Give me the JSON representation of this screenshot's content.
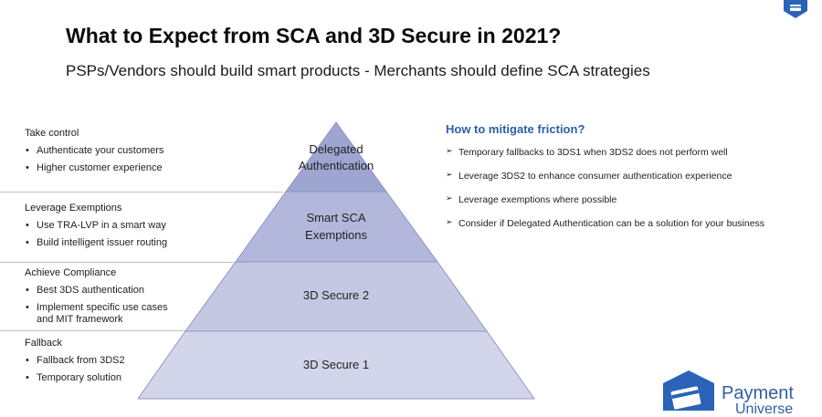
{
  "title": "What to Expect from SCA and 3D Secure in 2021?",
  "subtitle": "PSPs/Vendors should build smart products - Merchants should define SCA strategies",
  "sections": [
    {
      "heading": "Take control",
      "items": [
        "Authenticate your customers",
        "Higher customer experience"
      ]
    },
    {
      "heading": "Leverage Exemptions",
      "items": [
        "Use TRA-LVP in a smart way",
        "Build intelligent issuer routing"
      ]
    },
    {
      "heading": "Achieve Compliance",
      "items": [
        "Best 3DS authentication",
        "Implement specific use cases and MIT framework"
      ]
    },
    {
      "heading": "Fallback",
      "items": [
        "Fallback from 3DS2",
        "Temporary solution"
      ]
    }
  ],
  "pyramid": {
    "levels": [
      {
        "line1": "Delegated",
        "line2": "Authentication",
        "color": "#9fa5d1"
      },
      {
        "line1": "Smart SCA",
        "line2": "Exemptions",
        "color": "#b3b7db"
      },
      {
        "line1": "3D Secure 2",
        "line2": "",
        "color": "#c5c8e3"
      },
      {
        "line1": "3D Secure 1",
        "line2": "",
        "color": "#d3d5ea"
      }
    ]
  },
  "mitigation": {
    "title": "How to mitigate friction?",
    "items": [
      "Temporary fallbacks to 3DS1 when 3DS2 does not perform well",
      "Leverage 3DS2 to enhance consumer authentication experience",
      "Leverage exemptions where possible",
      "Consider if Delegated Authentication can be a solution for your business"
    ]
  },
  "logo": {
    "line1": "Payment",
    "line2": "Universe"
  },
  "colors": {
    "accent": "#2f5fa8",
    "logo_blue": "#2a63b8"
  }
}
